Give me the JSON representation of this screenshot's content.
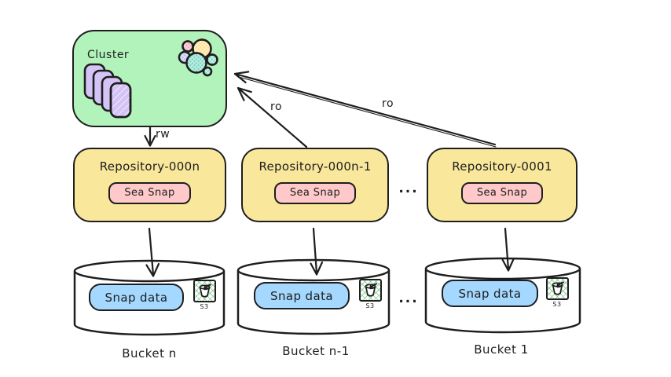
{
  "diagram": {
    "cluster": {
      "label": "Cluster",
      "nodes_icon": "stacked-nodes-icon",
      "logo_icon": "elastic-cluster-logo-icon"
    },
    "arrows": {
      "rw": "rw",
      "ro1": "ro",
      "ro2": "ro"
    },
    "repositories": [
      {
        "title": "Repository-000n",
        "badge": "Sea Snap"
      },
      {
        "title": "Repository-000n-1",
        "badge": "Sea Snap"
      },
      {
        "title": "Repository-0001",
        "badge": "Sea Snap"
      }
    ],
    "repo_ellipsis": "...",
    "bucket_ellipsis": "...",
    "buckets": [
      {
        "badge": "Snap data",
        "icon": "s3-bucket-icon",
        "icon_label": "S3",
        "caption": "Bucket n"
      },
      {
        "badge": "Snap data",
        "icon": "s3-bucket-icon",
        "icon_label": "S3",
        "caption": "Bucket n-1"
      },
      {
        "badge": "Snap data",
        "icon": "s3-bucket-icon",
        "icon_label": "S3",
        "caption": "Bucket 1"
      }
    ],
    "colors": {
      "outline": "#1e1e1e",
      "cluster_fill": "#b2f2bb",
      "repository_fill": "#f9e79b",
      "sea_snap_fill": "#ffc9c9",
      "snap_data_fill": "#a5d8ff",
      "nodes_fill": "#d4c3f7",
      "s3_hatch_green": "#6abf76"
    }
  }
}
